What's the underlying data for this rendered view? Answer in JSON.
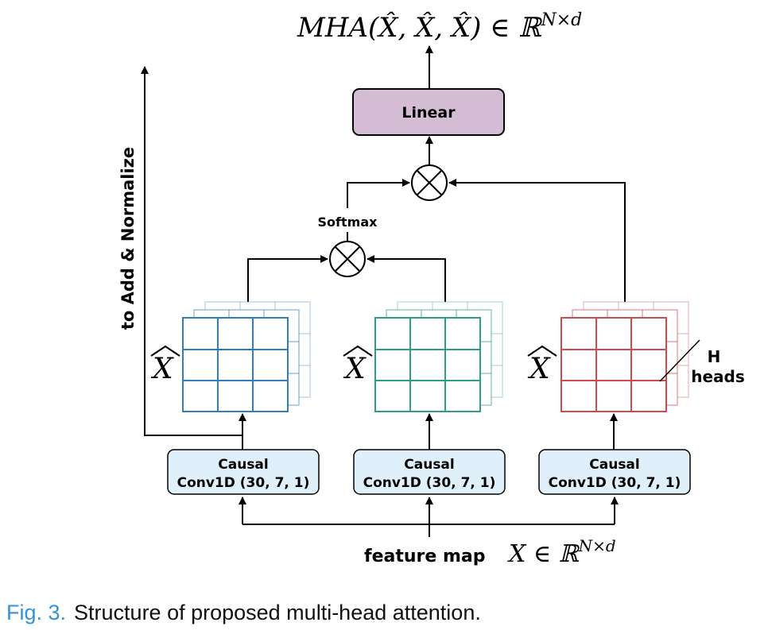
{
  "figure": {
    "output_formula": "MHA(X̂, X̂, X̂) ∈ ℝ",
    "output_formula_sup": "N×d",
    "linear_label": "Linear",
    "softmax_label": "Softmax",
    "side_label": "to Add & Normalize",
    "heads_number": "H",
    "heads_word": "heads",
    "matrix_symbol": "X",
    "conv_line1": "Causal",
    "conv_line2": "Conv1D (30, 7, 1)",
    "input_text": "feature map",
    "input_formula": "X ∈ ℝ",
    "input_formula_sup": "N×d"
  },
  "caption": {
    "number": "Fig. 3.",
    "text": "Structure of proposed multi-head attention."
  },
  "colors": {
    "linear_fill": "#d5bcd5",
    "conv_fill": "#dff0fb",
    "matrix_blue": "#2f7fc0",
    "matrix_teal": "#2f9e86",
    "matrix_red": "#d14a4f",
    "caption_blue": "#3592d6"
  }
}
